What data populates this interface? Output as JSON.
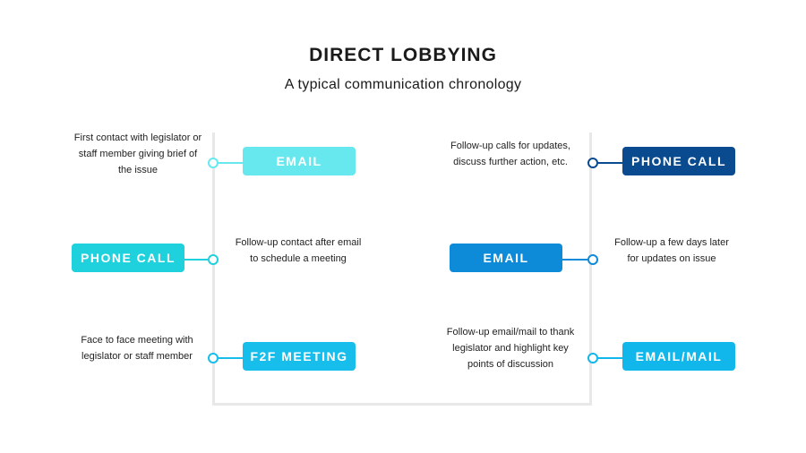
{
  "title": "DIRECT LOBBYING",
  "subtitle": "A typical communication chronology",
  "colors": {
    "light_cyan": "#66e8ee",
    "cyan": "#1fd1dd",
    "sky_blue": "#17bdeb",
    "navy": "#0a4a8f",
    "blue": "#0d8bd8",
    "bright_blue": "#11b7ea",
    "frame": "#e8e8e8"
  },
  "left_steps": [
    {
      "label": "EMAIL",
      "description": "First contact with legislator or staff member giving brief of the issue",
      "color": "#66e8ee"
    },
    {
      "label": "PHONE CALL",
      "description": "Follow-up contact after email to schedule a meeting",
      "color": "#1fd1dd"
    },
    {
      "label": "F2F MEETING",
      "description": "Face to face meeting with legislator or staff member",
      "color": "#17bdeb"
    }
  ],
  "right_steps": [
    {
      "label": "PHONE CALL",
      "description": "Follow-up calls for updates, discuss further action, etc.",
      "color": "#0a4a8f"
    },
    {
      "label": "EMAIL",
      "description": "Follow-up a few days later for updates on issue",
      "color": "#0d8bd8"
    },
    {
      "label": "EMAIL/MAIL",
      "description": "Follow-up email/mail to thank legislator and highlight key points of discussion",
      "color": "#11b7ea"
    }
  ]
}
